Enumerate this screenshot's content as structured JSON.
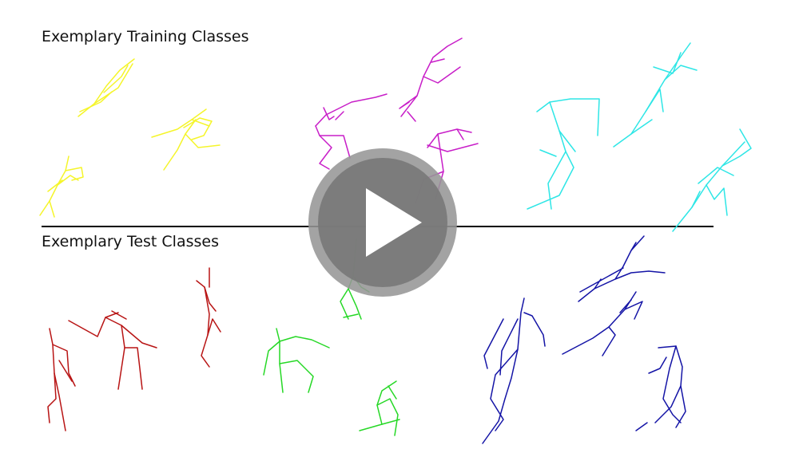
{
  "sections": {
    "training_title": "Exemplary Training Classes",
    "test_title": "Exemplary Test Classes"
  },
  "colors": {
    "training_class_1": "#f5f52a",
    "training_class_2": "#c81ec8",
    "training_class_3": "#2ee6e6",
    "test_class_1": "#b81414",
    "test_class_2": "#26d826",
    "test_class_3": "#1414a6",
    "divider": "#000000"
  },
  "video": {
    "play_icon": "play-triangle-icon",
    "state": "paused"
  }
}
